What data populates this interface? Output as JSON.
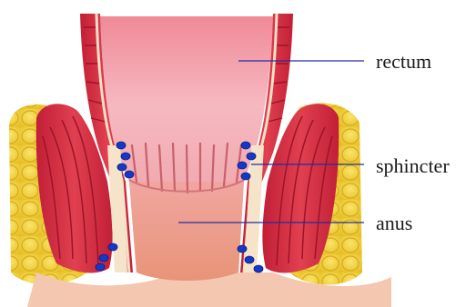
{
  "diagram": {
    "labels": {
      "rectum": "rectum",
      "sphincter": "sphincter",
      "anus": "anus"
    },
    "colors": {
      "fat": "#f2d43a",
      "fat_shadow": "#d9b21f",
      "muscle": "#d8334a",
      "muscle_dark": "#a8192e",
      "mucosa_light": "#f6c2c0",
      "mucosa": "#ea8e96",
      "skin": "#f0b89a",
      "vessel_blue": "#1538c9",
      "pointer_line": "#1f2fa0"
    }
  }
}
